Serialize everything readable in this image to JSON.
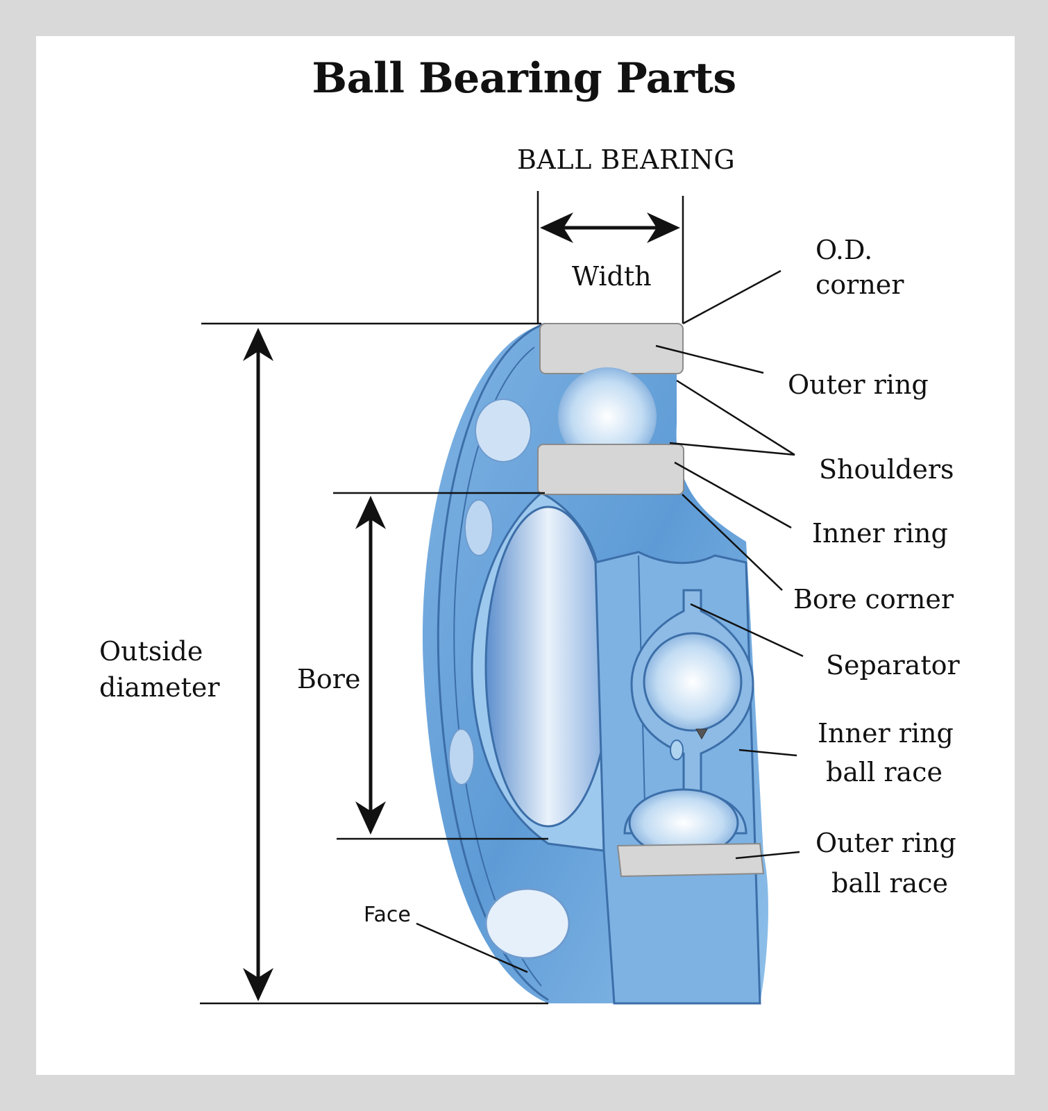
{
  "title": "Ball Bearing Parts",
  "labels": {
    "ball_bearing": "BALL BEARING",
    "width": "Width",
    "od_corner_1": "O.D.",
    "od_corner_2": "corner",
    "outer_ring": "Outer ring",
    "shoulders": "Shoulders",
    "inner_ring": "Inner ring",
    "bore_corner": "Bore corner",
    "separator": "Separator",
    "inner_ring_ball_race_1": "Inner ring",
    "inner_ring_ball_race_2": "ball race",
    "outer_ring_ball_race_1": "Outer ring",
    "outer_ring_ball_race_2": "ball race",
    "outside_diameter_1": "Outside",
    "outside_diameter_2": "diameter",
    "bore": "Bore",
    "face": "Face"
  },
  "colors": {
    "background": "#d9d9d9",
    "panel": "#ffffff",
    "bearing_blue": "#6fa8dc",
    "bearing_light": "#aed4f0",
    "ring_section": "#d6d6d6",
    "line": "#111111"
  }
}
